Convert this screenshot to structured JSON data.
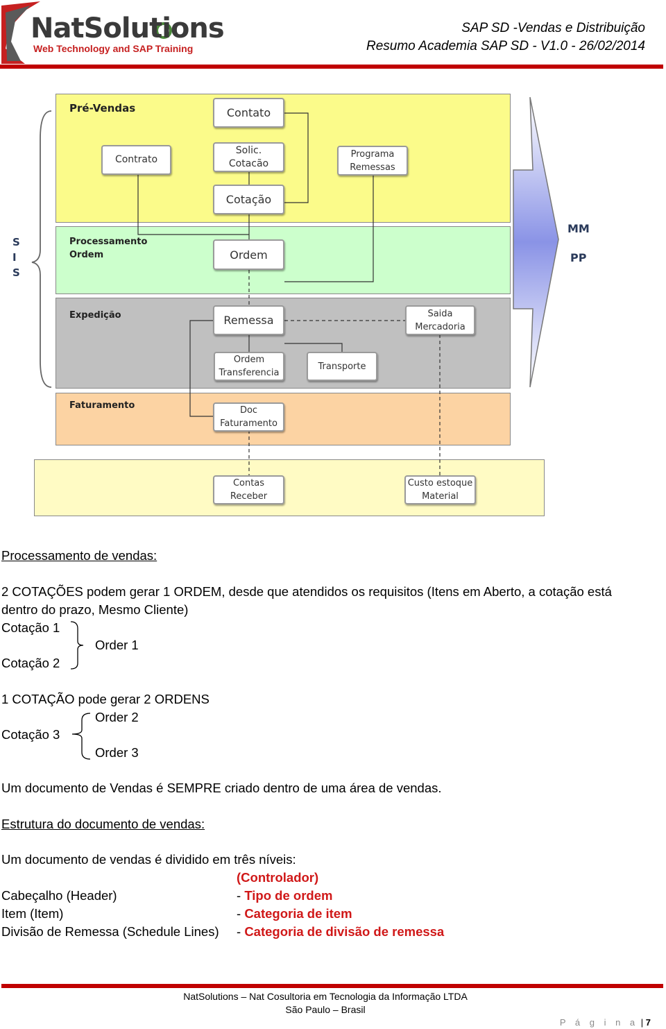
{
  "header": {
    "logo_name": "NatSolutions",
    "logo_tagline": "Web Technology and SAP Training",
    "title_line1": "SAP SD -Vendas e Distribuição",
    "title_line2": "Resumo Academia SAP SD - V1.0 - 26/02/2014",
    "accent_color": "#c00000"
  },
  "diagram": {
    "side_letters": [
      "S",
      "I",
      "S"
    ],
    "side_outputs": [
      "MM",
      "PP"
    ],
    "bands": {
      "pre_vendas": "Pré-Vendas",
      "processamento_line1": "Processamento",
      "processamento_line2": "Ordem",
      "expedicao": "Expedição",
      "faturamento": "Faturamento"
    },
    "nodes": {
      "contato": "Contato",
      "contrato": "Contrato",
      "solic_line1": "Solic.",
      "solic_line2": "Cotacão",
      "programa_line1": "Programa",
      "programa_line2": "Remessas",
      "cotacao": "Cotação",
      "ordem": "Ordem",
      "remessa": "Remessa",
      "saida_line1": "Saida",
      "saida_line2": "Mercadoria",
      "ordem_transf_line1": "Ordem",
      "ordem_transf_line2": "Transferencia",
      "transporte": "Transporte",
      "doc_fat_line1": "Doc",
      "doc_fat_line2": "Faturamento",
      "contas_line1": "Contas",
      "contas_line2": "Receber",
      "custo_line1": "Custo estoque",
      "custo_line2": "Material"
    },
    "colors": {
      "pre_vendas": "#fbfb8a",
      "processamento": "#ccffcc",
      "expedicao": "#c0c0c0",
      "faturamento": "#fcd3a3",
      "bottom": "#fffbc4",
      "arrow": "#8a93e6"
    }
  },
  "body": {
    "heading1": "Processamento de vendas:",
    "para1_line1": "2 COTAÇÕES podem gerar 1 ORDEM, desde que atendidos os requisitos  (Itens em Aberto, a cotação está",
    "para1_line2": "dentro do prazo, Mesmo Cliente)",
    "cot1": "Cotação 1",
    "order1": "Order 1",
    "cot2": "Cotação 2",
    "para2": "1 COTAÇÃO pode gerar 2 ORDENS",
    "order2": "Order 2",
    "cot3": "Cotação 3",
    "order3": "Order 3",
    "para3": "Um documento de Vendas é SEMPRE criado dentro de uma área de vendas.",
    "heading2": "Estrutura do documento de vendas:",
    "para4": "Um documento de vendas é dividido em três níveis:",
    "controlador": "(Controlador)",
    "levels": [
      {
        "name": "Cabeçalho (Header)",
        "dash": "- ",
        "control": "Tipo de ordem"
      },
      {
        "name": "Item (Item)",
        "dash": "- ",
        "control": "Categoria de item"
      },
      {
        "name": "Divisão de Remessa (Schedule Lines)",
        "dash": "- ",
        "control": "Categoria de divisão de remessa"
      }
    ]
  },
  "footer": {
    "line1": "NatSolutions – Nat Cosultoria em Tecnologia da Informação LTDA",
    "line2": "São Paulo – Brasil",
    "page_label": "P á g i n a",
    "page_sep": " | ",
    "page_number": "7"
  }
}
